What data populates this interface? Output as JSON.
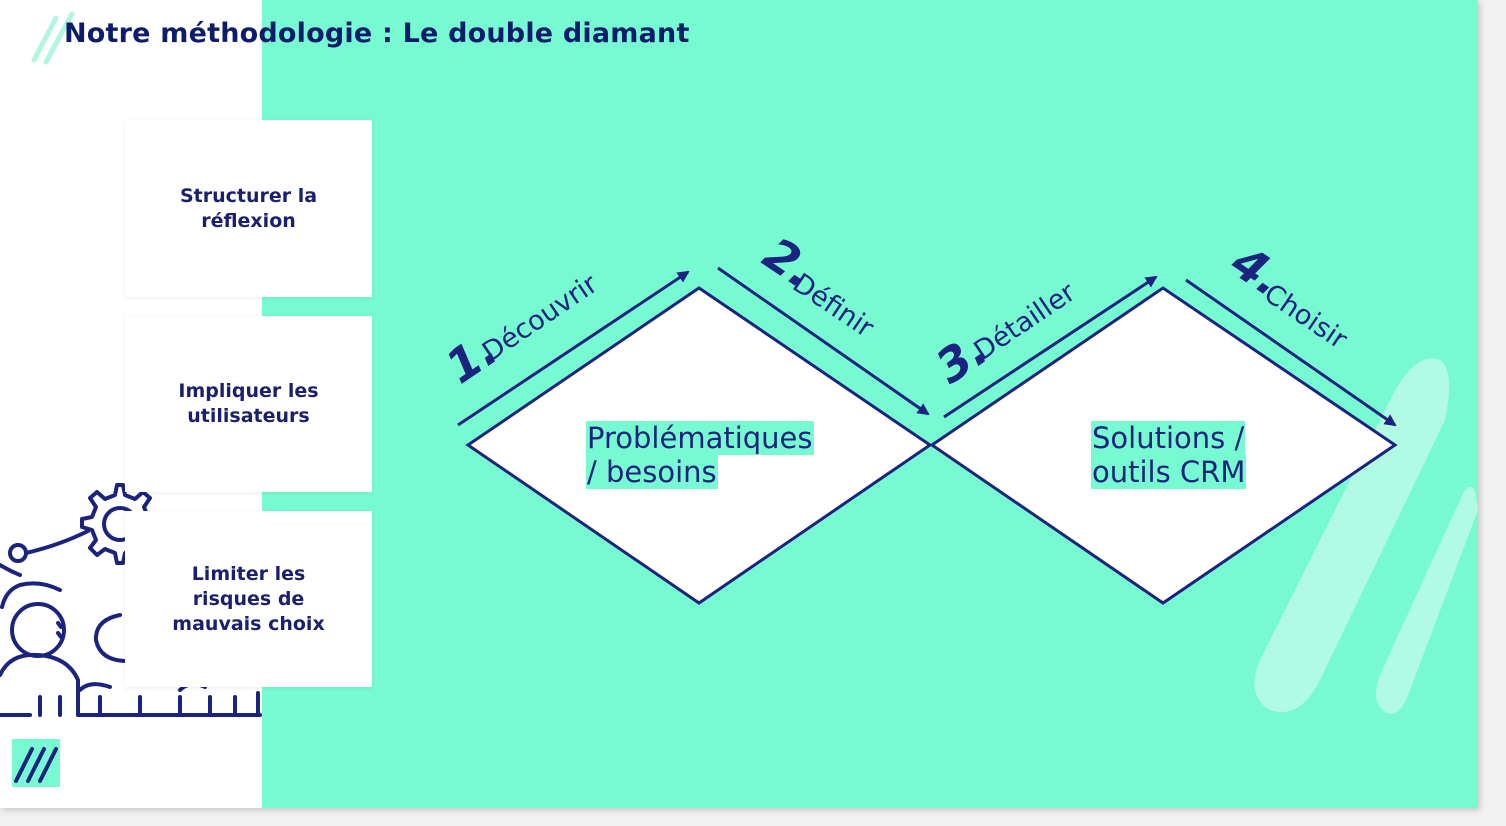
{
  "title": "Notre méthodologie : Le double diamant",
  "cards": [
    {
      "text": "Structurer la réflexion"
    },
    {
      "text": "Impliquer les utilisateurs"
    },
    {
      "text": "Limiter les risques de mauvais choix"
    }
  ],
  "steps": [
    {
      "number": "1.",
      "label": "Découvrir"
    },
    {
      "number": "2.",
      "label": "Définir"
    },
    {
      "number": "3.",
      "label": "Détailler"
    },
    {
      "number": "4.",
      "label": "Choisir"
    }
  ],
  "diamonds": [
    {
      "line1": "Problématiques",
      "line2": "/ besoins"
    },
    {
      "line1": "Solutions /",
      "line2": "outils CRM"
    }
  ],
  "colors": {
    "mint": "#77fad1",
    "navy": "#1a237e"
  },
  "icons": [
    "team-gear-illustration",
    "slash-logo-icon",
    "brush-stroke-decoration"
  ]
}
